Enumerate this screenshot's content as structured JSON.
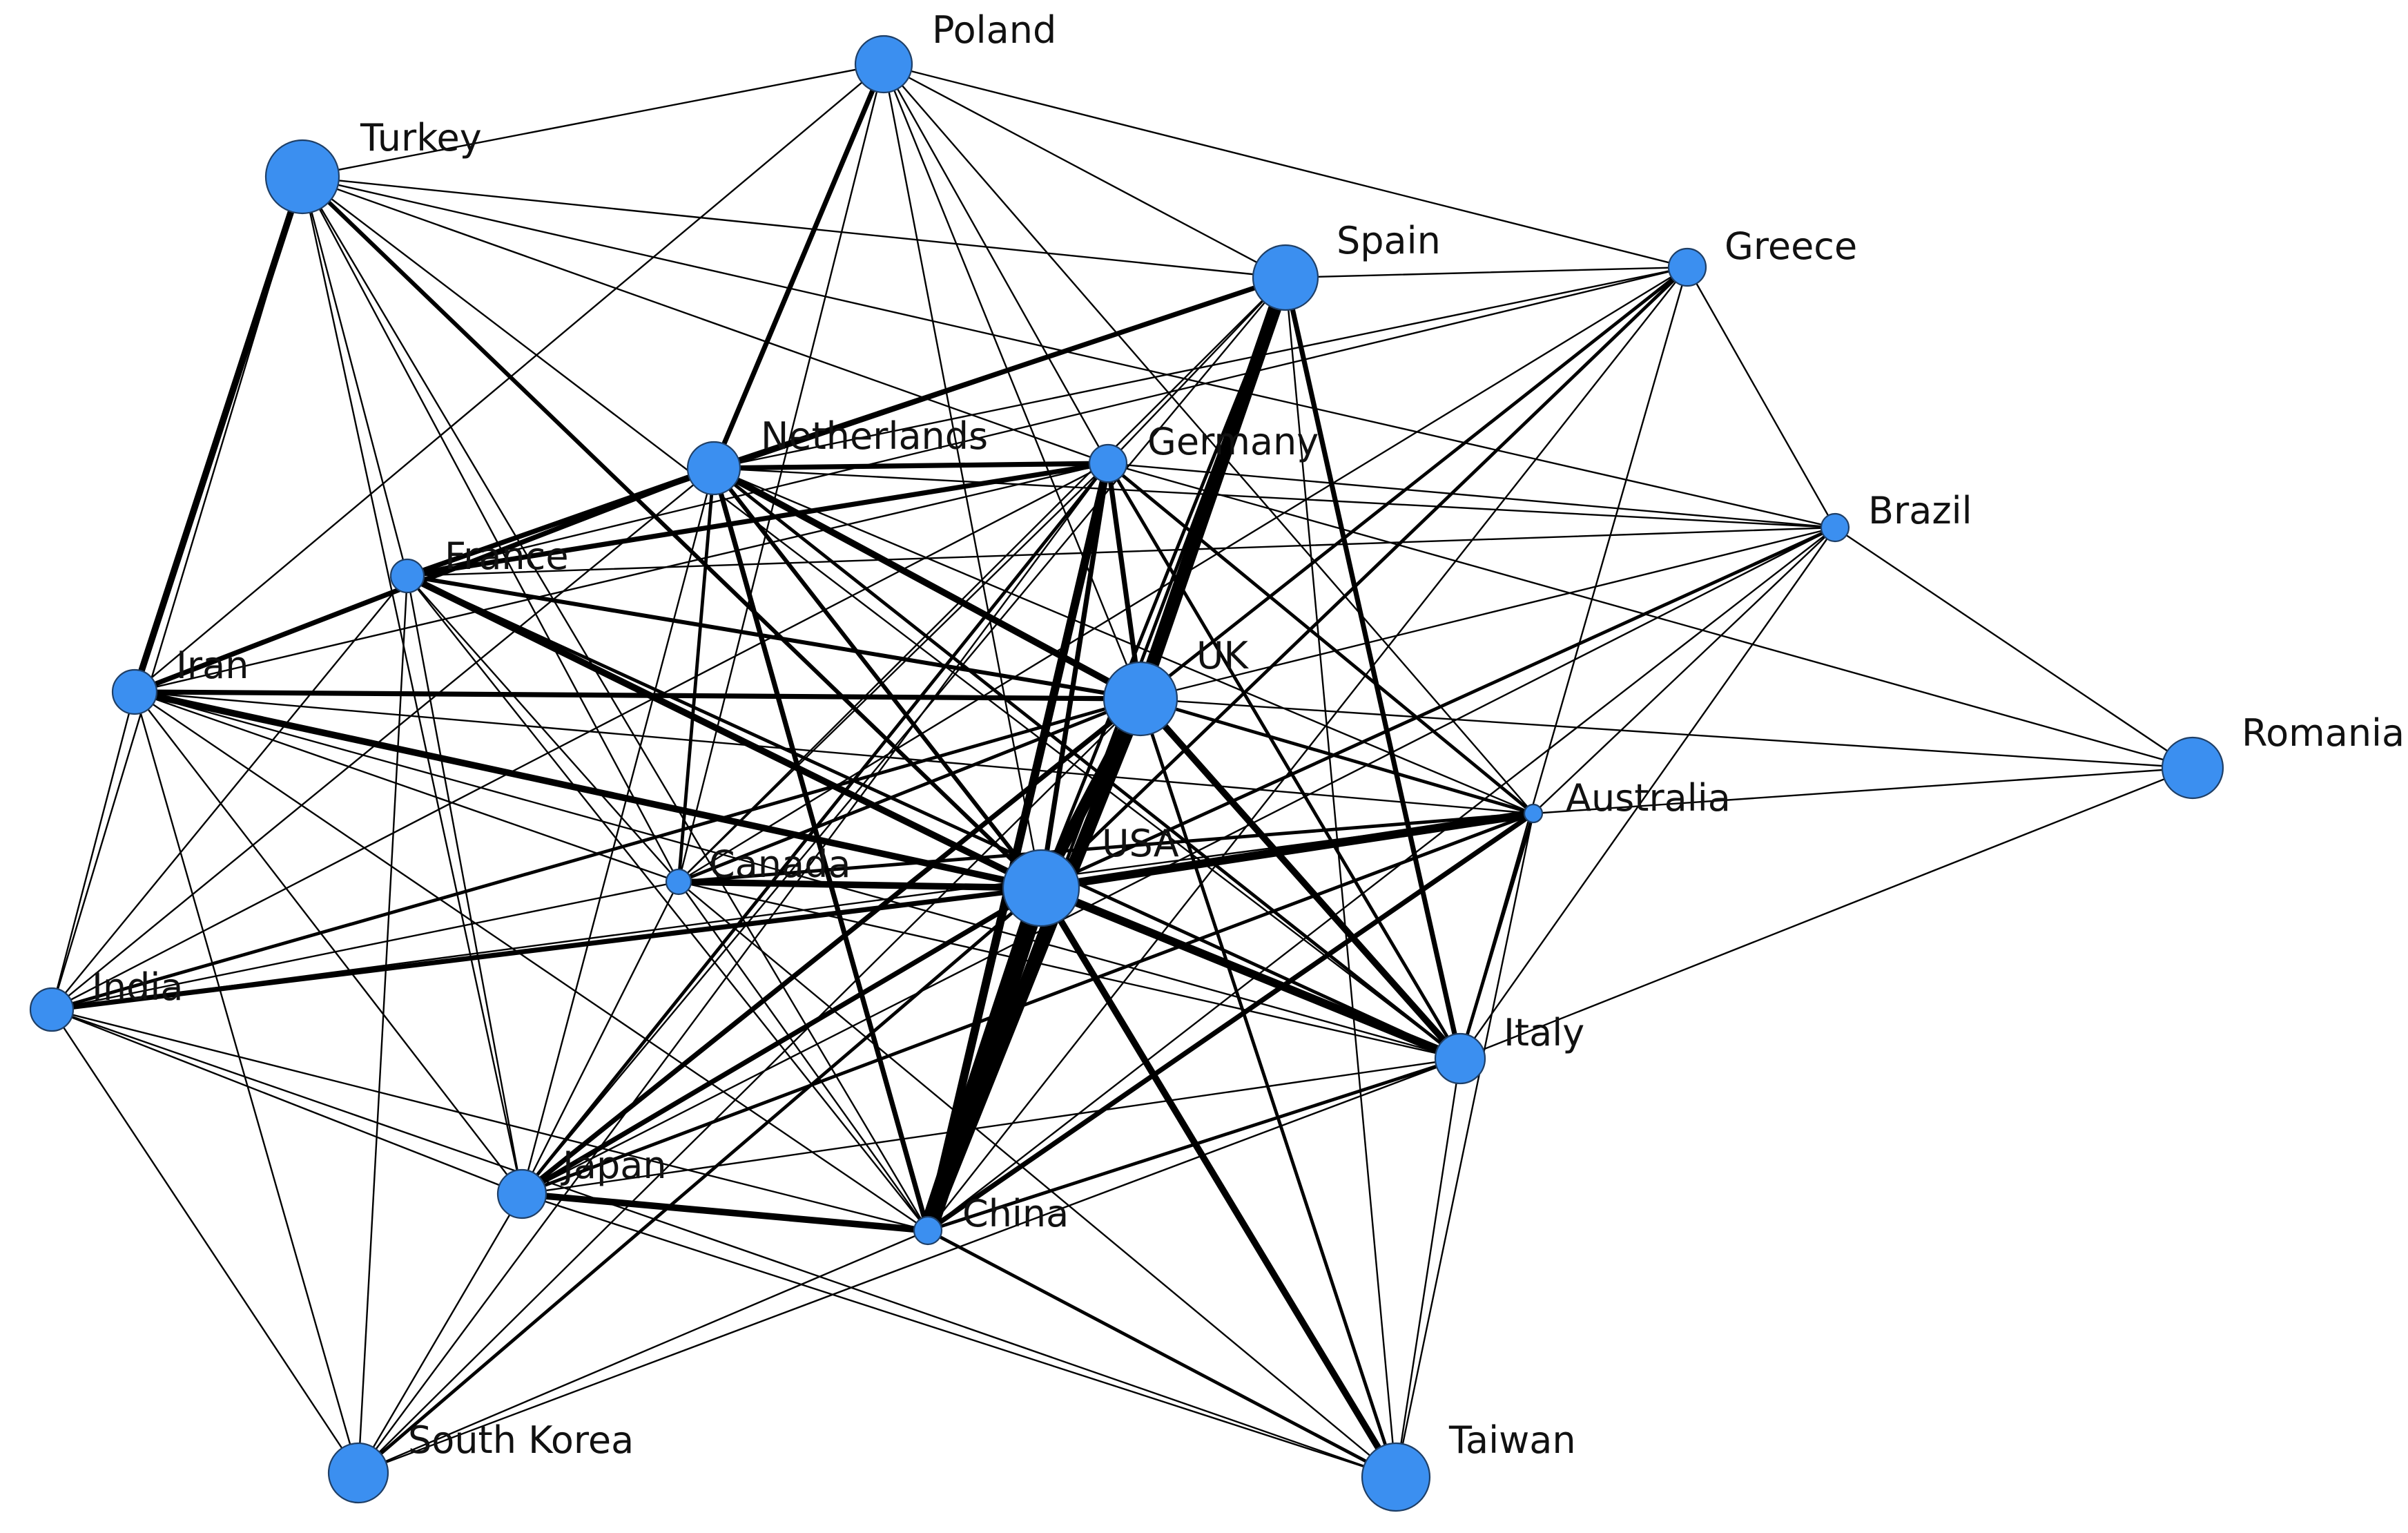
{
  "colors": {
    "node": "#3b8ff0",
    "edge": "#000000",
    "background": "#ffffff"
  },
  "nodes": [
    {
      "id": "poland",
      "label": "Poland"
    },
    {
      "id": "turkey",
      "label": "Turkey"
    },
    {
      "id": "spain",
      "label": "Spain"
    },
    {
      "id": "greece",
      "label": "Greece"
    },
    {
      "id": "netherlands",
      "label": "Netherlands"
    },
    {
      "id": "germany",
      "label": "Germany"
    },
    {
      "id": "brazil",
      "label": "Brazil"
    },
    {
      "id": "france",
      "label": "France"
    },
    {
      "id": "iran",
      "label": "Iran"
    },
    {
      "id": "uk",
      "label": "UK"
    },
    {
      "id": "romania",
      "label": "Romania"
    },
    {
      "id": "australia",
      "label": "Australia"
    },
    {
      "id": "usa",
      "label": "USA"
    },
    {
      "id": "canada",
      "label": "Canada"
    },
    {
      "id": "india",
      "label": "India"
    },
    {
      "id": "italy",
      "label": "Italy"
    },
    {
      "id": "japan",
      "label": "Japan"
    },
    {
      "id": "china",
      "label": "China"
    },
    {
      "id": "southkorea",
      "label": "South Korea"
    },
    {
      "id": "taiwan",
      "label": "Taiwan"
    }
  ],
  "edges": [
    [
      "usa",
      "china",
      11
    ],
    [
      "uk",
      "china",
      8
    ],
    [
      "spain",
      "uk",
      8
    ],
    [
      "uk",
      "usa",
      7
    ],
    [
      "germany",
      "china",
      5
    ],
    [
      "usa",
      "italy",
      5
    ],
    [
      "usa",
      "australia",
      5
    ],
    [
      "usa",
      "canada",
      4
    ],
    [
      "netherlands",
      "uk",
      4
    ],
    [
      "france",
      "usa",
      4
    ],
    [
      "iran",
      "usa",
      4
    ],
    [
      "turkey",
      "iran",
      4
    ],
    [
      "usa",
      "taiwan",
      4
    ],
    [
      "china",
      "japan",
      4
    ],
    [
      "uk",
      "italy",
      4
    ],
    [
      "netherlands",
      "china",
      3
    ],
    [
      "spain",
      "netherlands",
      3
    ],
    [
      "poland",
      "netherlands",
      3
    ],
    [
      "netherlands",
      "germany",
      3
    ],
    [
      "germany",
      "usa",
      3
    ],
    [
      "france",
      "netherlands",
      3
    ],
    [
      "france",
      "germany",
      3
    ],
    [
      "iran",
      "uk",
      3
    ],
    [
      "usa",
      "japan",
      3
    ],
    [
      "uk",
      "japan",
      3
    ],
    [
      "australia",
      "china",
      3
    ],
    [
      "usa",
      "india",
      3
    ],
    [
      "iran",
      "netherlands",
      3
    ],
    [
      "spain",
      "italy",
      3
    ],
    [
      "germany",
      "uk",
      3
    ],
    [
      "netherlands",
      "usa",
      2.5
    ],
    [
      "france",
      "uk",
      2.5
    ],
    [
      "turkey",
      "usa",
      2.5
    ],
    [
      "india",
      "uk",
      2
    ],
    [
      "canada",
      "uk",
      2
    ],
    [
      "spain",
      "china",
      2
    ],
    [
      "spain",
      "usa",
      2
    ],
    [
      "canada",
      "netherlands",
      2
    ],
    [
      "uk",
      "australia",
      2
    ],
    [
      "usa",
      "southkorea",
      2
    ],
    [
      "germany",
      "japan",
      2
    ],
    [
      "canada",
      "australia",
      2
    ],
    [
      "australia",
      "italy",
      2
    ],
    [
      "netherlands",
      "italy",
      2
    ],
    [
      "germany",
      "italy",
      2
    ],
    [
      "greece",
      "usa",
      2
    ],
    [
      "brazil",
      "usa",
      2
    ],
    [
      "germany",
      "australia",
      2
    ],
    [
      "japan",
      "australia",
      2
    ],
    [
      "china",
      "italy",
      2
    ],
    [
      "france",
      "italy",
      2
    ],
    [
      "china",
      "taiwan",
      2
    ],
    [
      "uk",
      "taiwan",
      2
    ],
    [
      "greece",
      "uk",
      2
    ],
    [
      "poland",
      "turkey",
      1
    ],
    [
      "poland",
      "spain",
      1
    ],
    [
      "poland",
      "greece",
      1
    ],
    [
      "poland",
      "germany",
      1
    ],
    [
      "poland",
      "usa",
      1
    ],
    [
      "poland",
      "uk",
      1
    ],
    [
      "poland",
      "iran",
      1
    ],
    [
      "poland",
      "canada",
      1
    ],
    [
      "poland",
      "australia",
      1
    ],
    [
      "turkey",
      "spain",
      1
    ],
    [
      "turkey",
      "germany",
      1
    ],
    [
      "turkey",
      "france",
      1
    ],
    [
      "turkey",
      "japan",
      1
    ],
    [
      "turkey",
      "china",
      1
    ],
    [
      "turkey",
      "canada",
      1
    ],
    [
      "turkey",
      "india",
      1
    ],
    [
      "turkey",
      "italy",
      1
    ],
    [
      "turkey",
      "brazil",
      1
    ],
    [
      "spain",
      "greece",
      1
    ],
    [
      "spain",
      "france",
      1
    ],
    [
      "spain",
      "germany",
      1
    ],
    [
      "spain",
      "japan",
      1
    ],
    [
      "spain",
      "canada",
      1
    ],
    [
      "spain",
      "taiwan",
      1
    ],
    [
      "greece",
      "brazil",
      1
    ],
    [
      "greece",
      "italy",
      1
    ],
    [
      "greece",
      "france",
      1
    ],
    [
      "greece",
      "netherlands",
      1
    ],
    [
      "greece",
      "canada",
      1
    ],
    [
      "greece",
      "china",
      1
    ],
    [
      "netherlands",
      "japan",
      1
    ],
    [
      "netherlands",
      "brazil",
      1
    ],
    [
      "netherlands",
      "australia",
      1
    ],
    [
      "netherlands",
      "india",
      1
    ],
    [
      "germany",
      "brazil",
      1
    ],
    [
      "germany",
      "romania",
      1
    ],
    [
      "germany",
      "iran",
      1
    ],
    [
      "germany",
      "india",
      1
    ],
    [
      "germany",
      "canada",
      1
    ],
    [
      "germany",
      "southkorea",
      1
    ],
    [
      "brazil",
      "uk",
      1
    ],
    [
      "brazil",
      "australia",
      1
    ],
    [
      "brazil",
      "japan",
      1
    ],
    [
      "brazil",
      "france",
      1
    ],
    [
      "brazil",
      "romania",
      1
    ],
    [
      "brazil",
      "china",
      1
    ],
    [
      "brazil",
      "italy",
      1
    ],
    [
      "france",
      "japan",
      1
    ],
    [
      "france",
      "china",
      1
    ],
    [
      "france",
      "canada",
      1
    ],
    [
      "france",
      "india",
      1
    ],
    [
      "france",
      "southkorea",
      1
    ],
    [
      "iran",
      "india",
      1
    ],
    [
      "iran",
      "canada",
      1
    ],
    [
      "iran",
      "japan",
      1
    ],
    [
      "iran",
      "china",
      1
    ],
    [
      "iran",
      "australia",
      1
    ],
    [
      "iran",
      "italy",
      1
    ],
    [
      "iran",
      "southkorea",
      1
    ],
    [
      "uk",
      "romania",
      1
    ],
    [
      "romania",
      "australia",
      1
    ],
    [
      "romania",
      "italy",
      1
    ],
    [
      "australia",
      "india",
      1
    ],
    [
      "australia",
      "taiwan",
      1
    ],
    [
      "canada",
      "japan",
      1
    ],
    [
      "canada",
      "china",
      1
    ],
    [
      "canada",
      "india",
      1
    ],
    [
      "canada",
      "italy",
      1
    ],
    [
      "canada",
      "taiwan",
      1
    ],
    [
      "india",
      "japan",
      1
    ],
    [
      "india",
      "china",
      1
    ],
    [
      "india",
      "southkorea",
      1
    ],
    [
      "italy",
      "japan",
      1
    ],
    [
      "italy",
      "taiwan",
      1
    ],
    [
      "italy",
      "southkorea",
      1
    ],
    [
      "japan",
      "southkorea",
      1
    ],
    [
      "japan",
      "taiwan",
      1
    ],
    [
      "china",
      "southkorea",
      1
    ],
    [
      "india",
      "taiwan",
      1
    ],
    [
      "uk",
      "southkorea",
      1
    ]
  ]
}
